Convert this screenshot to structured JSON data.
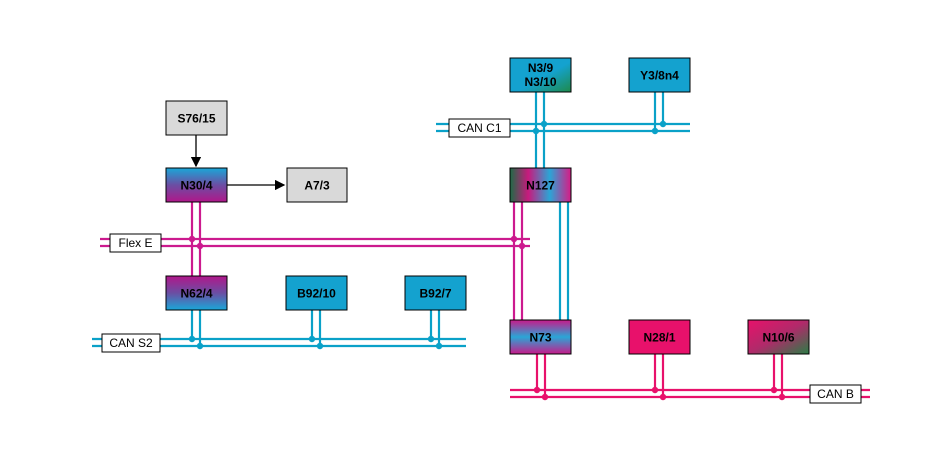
{
  "colors": {
    "can": "#0aa1c8",
    "flex": "#cc1a8e",
    "canb": "#e8116b",
    "gray": "#d9d9d9",
    "green": "#1e8a4a",
    "purple": "#7b2a86",
    "black": "#000000"
  },
  "nodes": {
    "s76_15": "S76/15",
    "n30_4": "N30/4",
    "a7_3": "A7/3",
    "n62_4": "N62/4",
    "b92_10": "B92/10",
    "b92_7": "B92/7",
    "n3_9_line1": "N3/9",
    "n3_9_line2": "N3/10",
    "y3_8n4": "Y3/8n4",
    "n127": "N127",
    "n73": "N73",
    "n28_1": "N28/1",
    "n10_6": "N10/6"
  },
  "buses": {
    "can_c1": "CAN C1",
    "flex_e": "Flex E",
    "can_s2": "CAN S2",
    "can_b": "CAN B"
  }
}
